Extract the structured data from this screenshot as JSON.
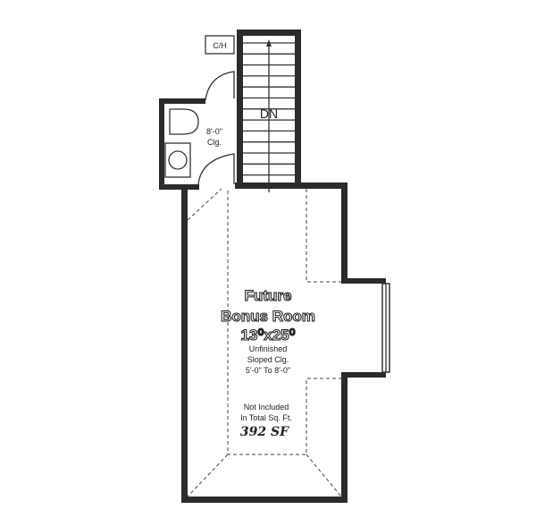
{
  "plan": {
    "room": {
      "name_line1": "Future",
      "name_line2": "Bonus Room",
      "dimensions": "13⁰x25⁰",
      "note_line1": "Unfinished",
      "note_line2": "Sloped Clg.",
      "note_line3": "5'-0\" To 8'-0\"",
      "note_line4": "Not Included",
      "note_line5": "In Total Sq. Ft.",
      "area_handwritten": "392 SF"
    },
    "stair_label": "DN",
    "bath_ceiling_line1": "8'-0\"",
    "bath_ceiling_line2": "Clg.",
    "ch_label": "C/H"
  }
}
